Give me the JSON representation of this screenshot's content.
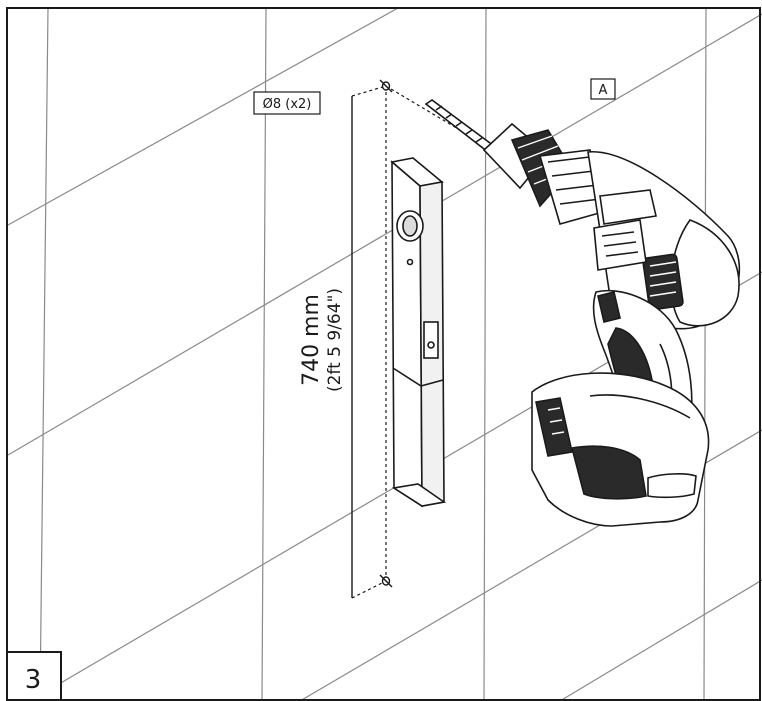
{
  "step": {
    "number": "3"
  },
  "labels": {
    "drill_bit": "Ø8 (x2)",
    "tool_ref": "A",
    "distance_metric": "740 mm",
    "distance_imperial": "(2ft 5 9/64\")"
  },
  "colors": {
    "line": "#1a1a1a",
    "wall_grid": "#8a8a8a",
    "background": "#ffffff",
    "drill_shade": "#2a2a2a"
  }
}
